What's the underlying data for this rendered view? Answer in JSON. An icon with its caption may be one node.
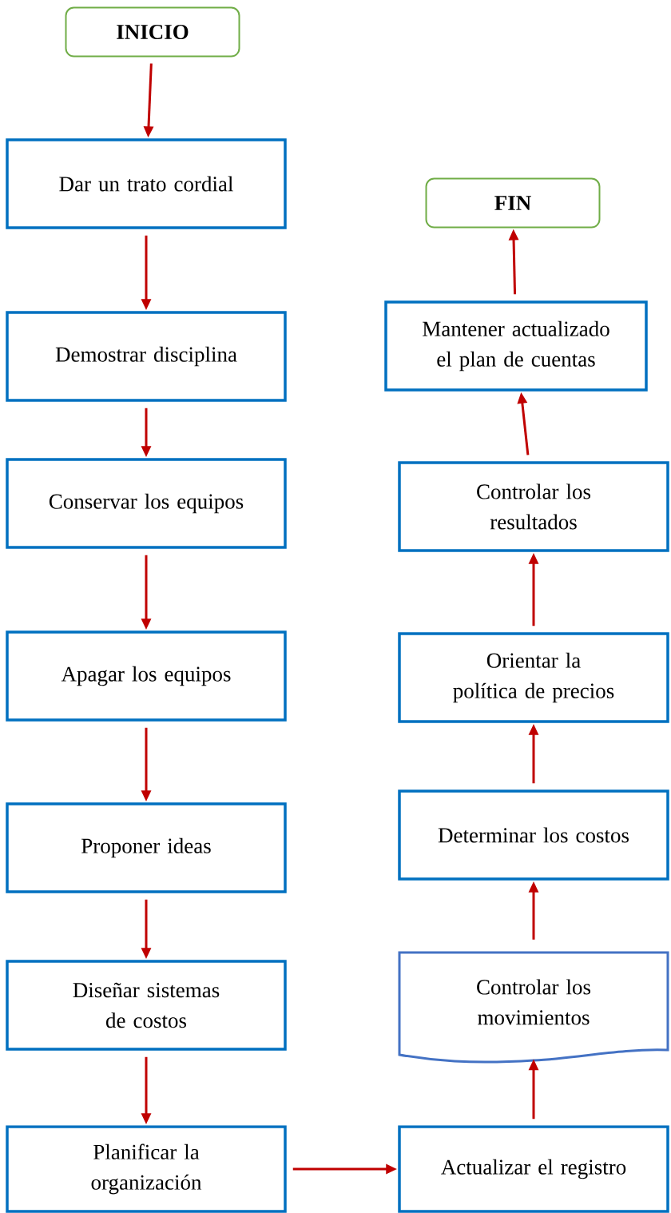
{
  "diagram": {
    "nodes": [
      {
        "text": [
          "**INICIO**"
        ]
      },
      {
        "text": [
          "Dar un trato cordial"
        ]
      },
      {
        "text": [
          "Demostrar disciplina"
        ]
      },
      {
        "text": [
          "Conservar los equipos"
        ]
      },
      {
        "text": [
          "Apagar los equipos"
        ]
      },
      {
        "text": [
          "Proponer ideas"
        ]
      },
      {
        "text": [
          "Diseñar sistemas de costos"
        ]
      },
      {
        "text": [
          "Planificar la organización"
        ]
      },
      {
        "text": [
          "Actualizar el registro"
        ]
      },
      {
        "text": [
          "Controlar los movimientos"
        ]
      },
      {
        "text": [
          "Determinar los costos"
        ]
      },
      {
        "text": [
          "Orientar la política de precios"
        ]
      },
      {
        "text": [
          "Controlar los resultados"
        ]
      },
      {
        "text": [
          "Mantener actualizado el plan de cuentas"
        ]
      },
      {
        "text": [
          "**FIN**"
        ]
      }
    ],
    "edges": [
      {
        "from": 0,
        "to": 1,
        "arrow": "to"
      },
      {
        "from": 1,
        "to": 2,
        "arrow": "to"
      },
      {
        "from": 2,
        "to": 3,
        "arrow": "to"
      },
      {
        "from": 3,
        "to": 4,
        "arrow": "to"
      },
      {
        "from": 4,
        "to": 5,
        "arrow": "to"
      },
      {
        "from": 5,
        "to": 6,
        "arrow": "to"
      },
      {
        "from": 6,
        "to": 7,
        "arrow": "to"
      },
      {
        "from": 7,
        "to": 8,
        "arrow": "to"
      },
      {
        "from": 8,
        "to": 9,
        "arrow": "to"
      },
      {
        "from": 9,
        "to": 10,
        "arrow": "to"
      },
      {
        "from": 10,
        "to": 11,
        "arrow": "to"
      },
      {
        "from": 11,
        "to": 12,
        "arrow": "to"
      },
      {
        "from": 12,
        "to": 13,
        "arrow": "to"
      },
      {
        "from": 13,
        "to": 14,
        "arrow": "to"
      }
    ]
  }
}
